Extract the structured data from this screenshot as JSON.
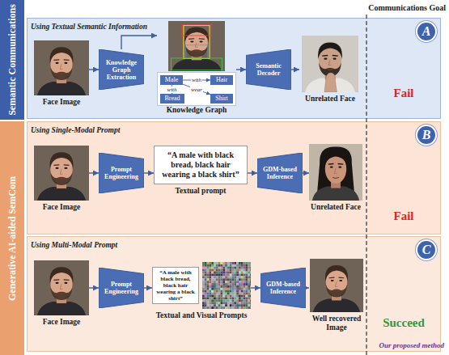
{
  "diagram": {
    "nodes": [
      {
        "text": [
          "Semantic Communications"
        ]
      },
      {
        "text": [
          "Using Textual Semantic Information"
        ]
      },
      {
        "text": [
          "A"
        ],
        "in": 1
      },
      {
        "text": [
          "Face Image"
        ],
        "in": 1
      },
      {
        "text": [
          "Knowledge Graph Extraction"
        ],
        "in": 1
      },
      {
        "text": [
          "Knowledge Graph"
        ],
        "in": 1
      },
      {
        "text": [
          "Male"
        ],
        "in": 5
      },
      {
        "text": [
          "Hair"
        ],
        "in": 5
      },
      {
        "text": [
          "Bread"
        ],
        "in": 5
      },
      {
        "text": [
          "Shirt"
        ],
        "in": 5
      },
      {
        "text": [
          "Semantic Decoder"
        ],
        "in": 1
      },
      {
        "text": [
          "Unrelated Face"
        ],
        "in": 1
      },
      {
        "text": [
          "Generative AI-aided SemCom"
        ]
      },
      {
        "text": [
          "Using Single-Modal Prompt"
        ]
      },
      {
        "text": [
          "B"
        ],
        "in": 13
      },
      {
        "text": [
          "Face Image"
        ],
        "in": 13
      },
      {
        "text": [
          "Prompt Engineering"
        ],
        "in": 13
      },
      {
        "text": [
          "“A male with black bread, black hair wearing a black shirt”",
          "Textual prompt"
        ],
        "in": 13
      },
      {
        "text": [
          "GDM-based Inference"
        ],
        "in": 13
      },
      {
        "text": [
          "Unrelated Face"
        ],
        "in": 13
      },
      {
        "text": [
          "Using Multi-Modal Prompt"
        ]
      },
      {
        "text": [
          "C"
        ],
        "in": 20
      },
      {
        "text": [
          "Face Image"
        ],
        "in": 20
      },
      {
        "text": [
          "Prompt Engineering"
        ],
        "in": 20
      },
      {
        "text": [
          "“A male with black bread, black hair wearing a black shirt”",
          "Textual and Visual Prompts"
        ],
        "in": 20
      },
      {
        "text": [
          "GDM-based Inference"
        ],
        "in": 20
      },
      {
        "text": [
          "Well recovered Image"
        ],
        "in": 20
      }
    ],
    "edges": [
      {
        "from": 3,
        "to": 4,
        "arrow": "to"
      },
      {
        "from": 4,
        "to": 5,
        "arrow": "to"
      },
      {
        "from": 5,
        "to": 10,
        "arrow": "to"
      },
      {
        "from": 10,
        "to": 11,
        "arrow": "to"
      },
      {
        "from": 6,
        "to": 7,
        "label": "with",
        "arrow": "to"
      },
      {
        "from": 6,
        "to": 8,
        "label": "with",
        "arrow": "to"
      },
      {
        "from": 6,
        "to": 9,
        "label": "wear",
        "arrow": "to"
      },
      {
        "from": 15,
        "to": 16,
        "arrow": "to"
      },
      {
        "from": 16,
        "to": 17,
        "arrow": "to"
      },
      {
        "from": 17,
        "to": 18,
        "arrow": "to"
      },
      {
        "from": 18,
        "to": 19,
        "arrow": "to"
      },
      {
        "from": 22,
        "to": 23,
        "arrow": "to"
      },
      {
        "from": 23,
        "to": 24,
        "arrow": "to"
      },
      {
        "from": 24,
        "to": 25,
        "arrow": "to"
      },
      {
        "from": 25,
        "to": 26,
        "arrow": "to"
      }
    ],
    "labels": [
      "Communications Goal",
      "Fail",
      "Fail",
      "Succeed",
      "Our proposed method"
    ]
  }
}
